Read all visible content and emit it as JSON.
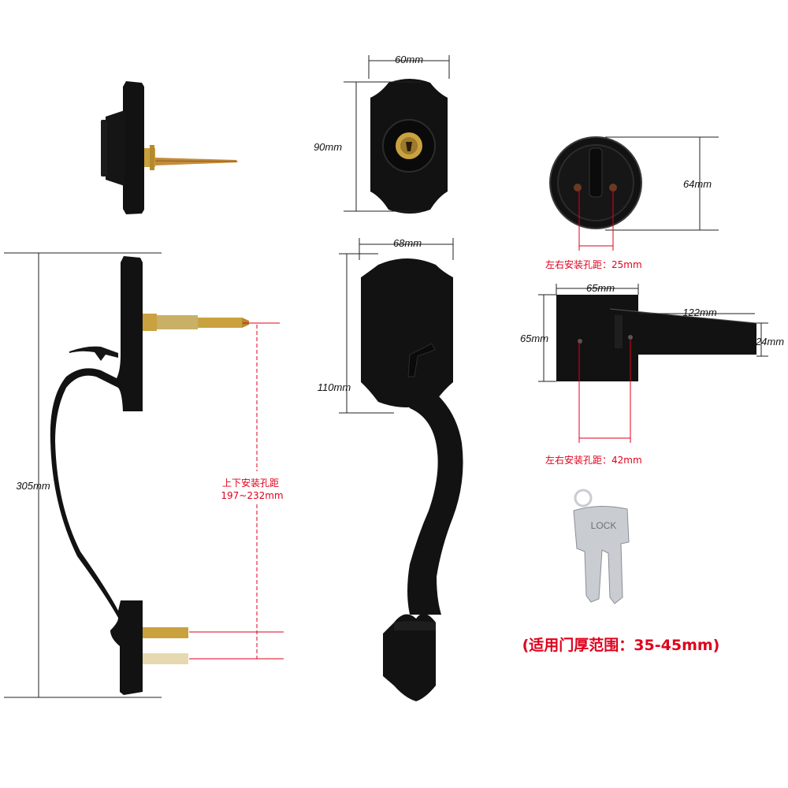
{
  "colors": {
    "hardware": "#121212",
    "hardware_edge": "#2c2c2c",
    "brass": "#c9a23f",
    "dimension_line": "#222222",
    "annotation_red": "#e0001b",
    "key_silver": "#c9ccd1"
  },
  "icons": {
    "keys": "key-set-icon"
  },
  "dimensions": {
    "deadbolt_width": "60mm",
    "deadbolt_height": "90mm",
    "thumbturn_height": "64mm",
    "thumbturn_hole_spacing": "左右安装孔距：25mm",
    "handle_width": "68mm",
    "handle_top_height": "110mm",
    "handle_total_height": "305mm",
    "handle_hole_spacing_line1": "上下安装孔距",
    "handle_hole_spacing_line2": "197~232mm",
    "lever_rose_width": "65mm",
    "lever_rose_height": "65mm",
    "lever_length": "122mm",
    "lever_thickness": "24mm",
    "lever_hole_spacing": "左右安装孔距：42mm"
  },
  "keys": {
    "label": "LOCK"
  },
  "note": {
    "door_thickness": "(适用门厚范围：35-45mm)"
  }
}
